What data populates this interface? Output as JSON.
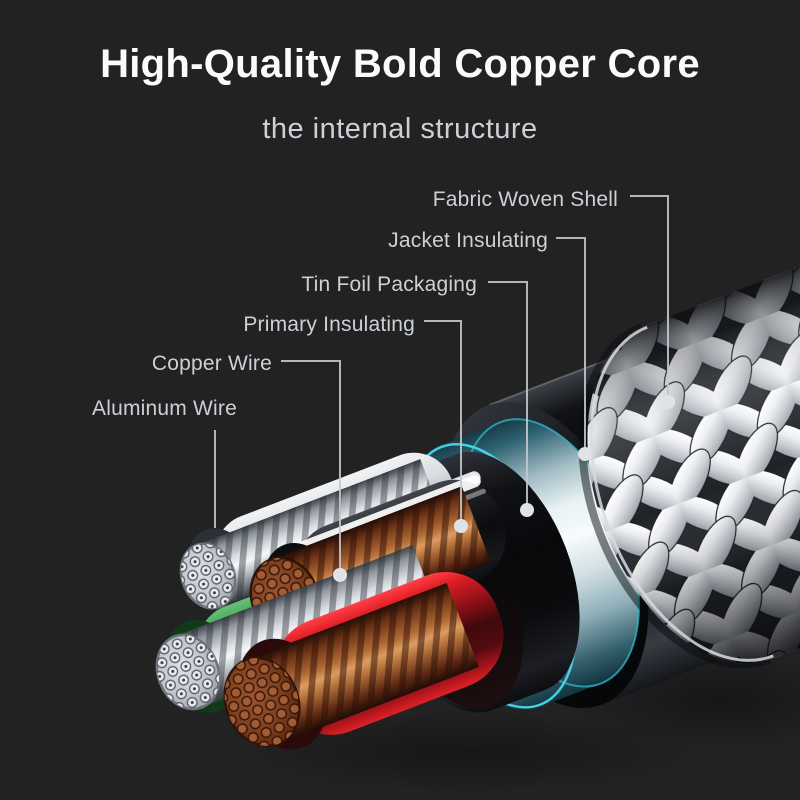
{
  "header": {
    "title": "High-Quality Bold Copper Core",
    "subtitle": "the internal structure"
  },
  "callouts": [
    {
      "id": "fabric-woven-shell",
      "text": "Fabric Woven Shell"
    },
    {
      "id": "jacket-insulating",
      "text": "Jacket Insulating"
    },
    {
      "id": "tin-foil-packaging",
      "text": "Tin Foil Packaging"
    },
    {
      "id": "primary-insulating",
      "text": "Primary Insulating"
    },
    {
      "id": "copper-wire",
      "text": "Copper Wire"
    },
    {
      "id": "aluminum-wire",
      "text": "Aluminum Wire"
    }
  ],
  "colors": {
    "background_top": "#2d3340",
    "background_bottom": "#4f5660",
    "title_text": "#fafbfc",
    "label_text": "#ccd1d8",
    "leader_line": "#c2c7ce",
    "accent_teal": "#3ecbe0",
    "braid_white": "#eef0f3",
    "jacket_black": "#0b0c0e",
    "foil_silver": "#e9f2f4",
    "copper": "#b06a35",
    "aluminum": "#d8dce0",
    "insulation_red": "#df1e24",
    "insulation_green": "#2f9140"
  }
}
